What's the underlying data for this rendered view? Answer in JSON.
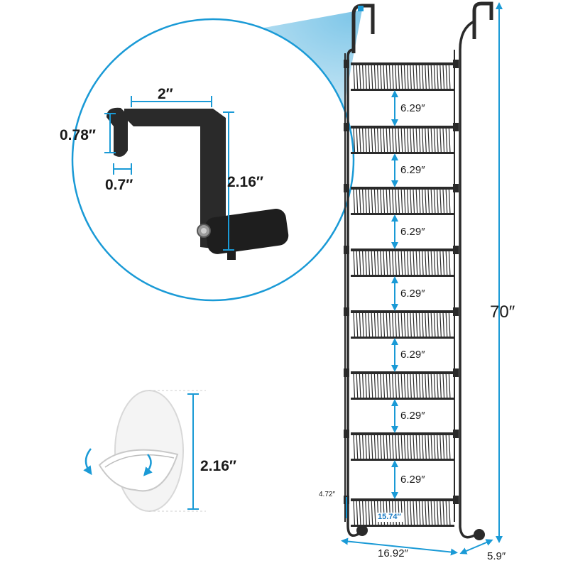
{
  "colors": {
    "accent": "#1a9ad6",
    "metal": "#2a2a2a",
    "hook_fill": "#ffffff"
  },
  "hook_dims": {
    "width": "2″",
    "lip_height": "0.78″",
    "lip_depth": "0.7″",
    "drop": "2.16″"
  },
  "adhesive_hook": {
    "height": "2.16″"
  },
  "rack_dims": {
    "spacing_labels": [
      "6.29″",
      "6.29″",
      "6.29″",
      "6.29″",
      "6.29″",
      "6.29″",
      "6.29″"
    ],
    "total_height": "70″",
    "width": "16.92″",
    "depth": "5.9″",
    "basket_height": "4.72″",
    "basket_width": "15.74″"
  }
}
